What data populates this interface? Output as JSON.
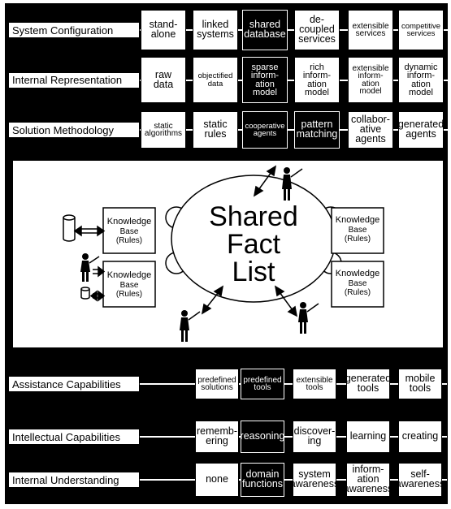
{
  "rows_top": [
    {
      "label": "System Configuration",
      "options": [
        "stand-\nalone",
        "linked\nsystems",
        "shared\ndatabase",
        "de-\ncoupled\nservices",
        "extensible\nservices",
        "competitive\nservices"
      ],
      "selected": 2
    },
    {
      "label": "Internal Representation",
      "options": [
        "raw\ndata",
        "objectified\ndata",
        "sparse\ninform-\nation\nmodel",
        "rich\ninform-\nation\nmodel",
        "extensible\ninform-\nation\nmodel",
        "dynamic\ninform-\nation\nmodel"
      ],
      "selected": 2
    },
    {
      "label": "Solution Methodology",
      "options": [
        "static\nalgorithms",
        "static\nrules",
        "cooperative\nagents",
        "pattern\nmatching",
        "collabor-\native\nagents",
        "generated\nagents"
      ],
      "selected": [
        2,
        3
      ]
    }
  ],
  "diagram": {
    "center_text": [
      "Shared",
      "Fact",
      "List"
    ],
    "kb_text": [
      "Knowledge",
      "Base",
      "(Rules)"
    ]
  },
  "rows_bottom": [
    {
      "label": "Assistance Capabilities",
      "options": [
        "predefined\nsolutions",
        "predefined\ntools",
        "extensible\ntools",
        "generated\ntools",
        "mobile\ntools"
      ],
      "selected": 1
    },
    {
      "label": "Intellectual Capabilities",
      "options": [
        "rememb-\nering",
        "reasoning",
        "discover-\ning",
        "learning",
        "creating"
      ],
      "selected": 1
    },
    {
      "label": "Internal Understanding",
      "options": [
        "none",
        "domain\nfunctions",
        "system\nawareness",
        "inform-\nation\nawareness",
        "self-\nawareness"
      ],
      "selected": 1
    }
  ]
}
